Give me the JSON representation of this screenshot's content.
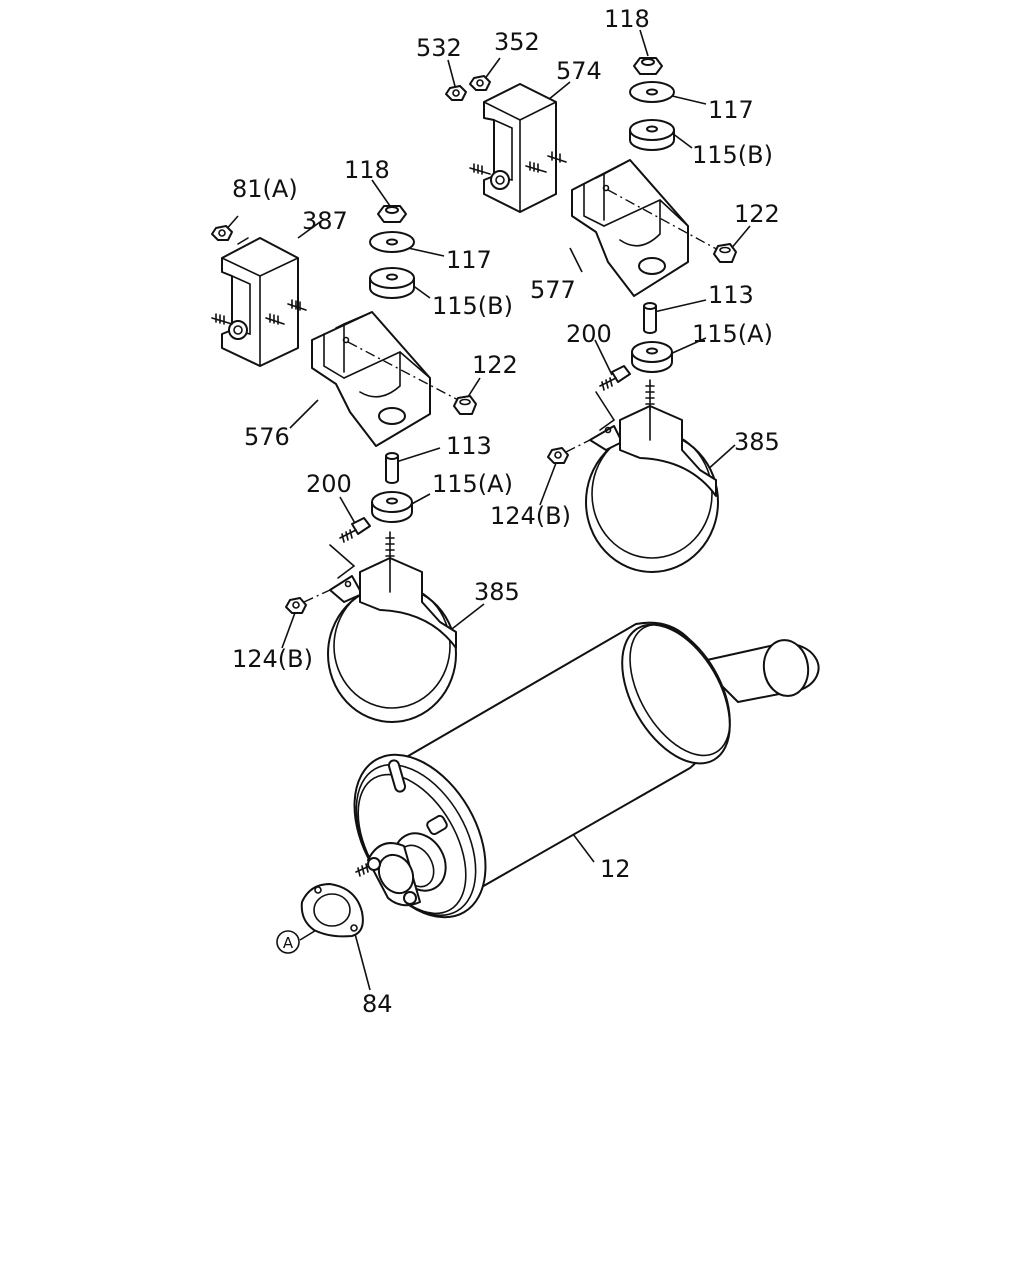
{
  "labels": {
    "p118_top": "118",
    "p532": "532",
    "p352": "352",
    "p574": "574",
    "p117_top": "117",
    "p115b_top": "115(B)",
    "p122_top": "122",
    "p577": "577",
    "p113_top": "113",
    "p200_top": "200",
    "p115a_top": "115(A)",
    "p385_top": "385",
    "p124b_top": "124(B)",
    "p81a": "81(A)",
    "p118_left": "118",
    "p387": "387",
    "p117_left": "117",
    "p115b_left": "115(B)",
    "p122_left": "122",
    "p576": "576",
    "p113_left": "113",
    "p200_left": "200",
    "p115a_left": "115(A)",
    "p385_left": "385",
    "p124b_left": "124(B)",
    "p12": "12",
    "p84": "84",
    "ref_a": "A"
  },
  "colors": {
    "line": "#111111",
    "background": "#ffffff"
  }
}
